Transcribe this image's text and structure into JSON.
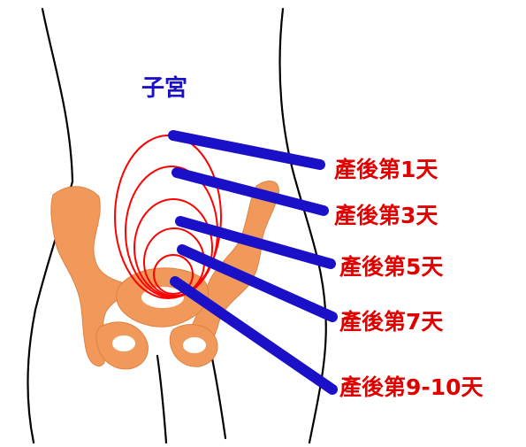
{
  "uterus_label": "子宮",
  "day_labels": [
    "產後第1天",
    "產後第3天",
    "產後第5天",
    "產後第7天",
    "產後第9-10天"
  ],
  "colors": {
    "body_outline": "#000000",
    "pelvis": "#f0995a",
    "uterus_outline": "#ff0000",
    "pointer_lines": "#1a10c8",
    "day_text": "#e00000",
    "uterus_text": "#1a10c8"
  }
}
